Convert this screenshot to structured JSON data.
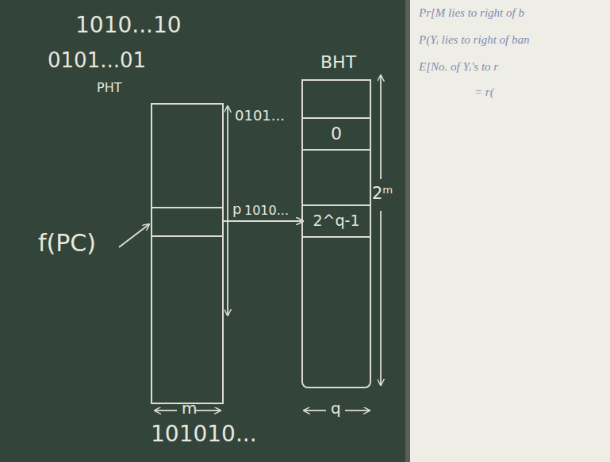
{
  "diagram": {
    "nodes": [
      {
        "text": [
          "PHT"
        ]
      },
      {
        "text": [
          "BHT"
        ]
      },
      {
        "text": [
          "0"
        ],
        "in": 1
      },
      {
        "text": [
          "2^q-1"
        ],
        "in": 1
      }
    ],
    "edges": [
      {
        "from": 0,
        "to": 3,
        "arrow": "to",
        "label": "1010..."
      }
    ],
    "labels": [
      "1010...10",
      "0101...01",
      "0101...",
      "p",
      "2ᵐ",
      "f(PC)",
      "m",
      "q",
      "101010...",
      "Pr[M lies to right of b",
      "P(Yᵢ lies to right of ban",
      "E[No. of Yᵢ's to r",
      "= r("
    ]
  }
}
